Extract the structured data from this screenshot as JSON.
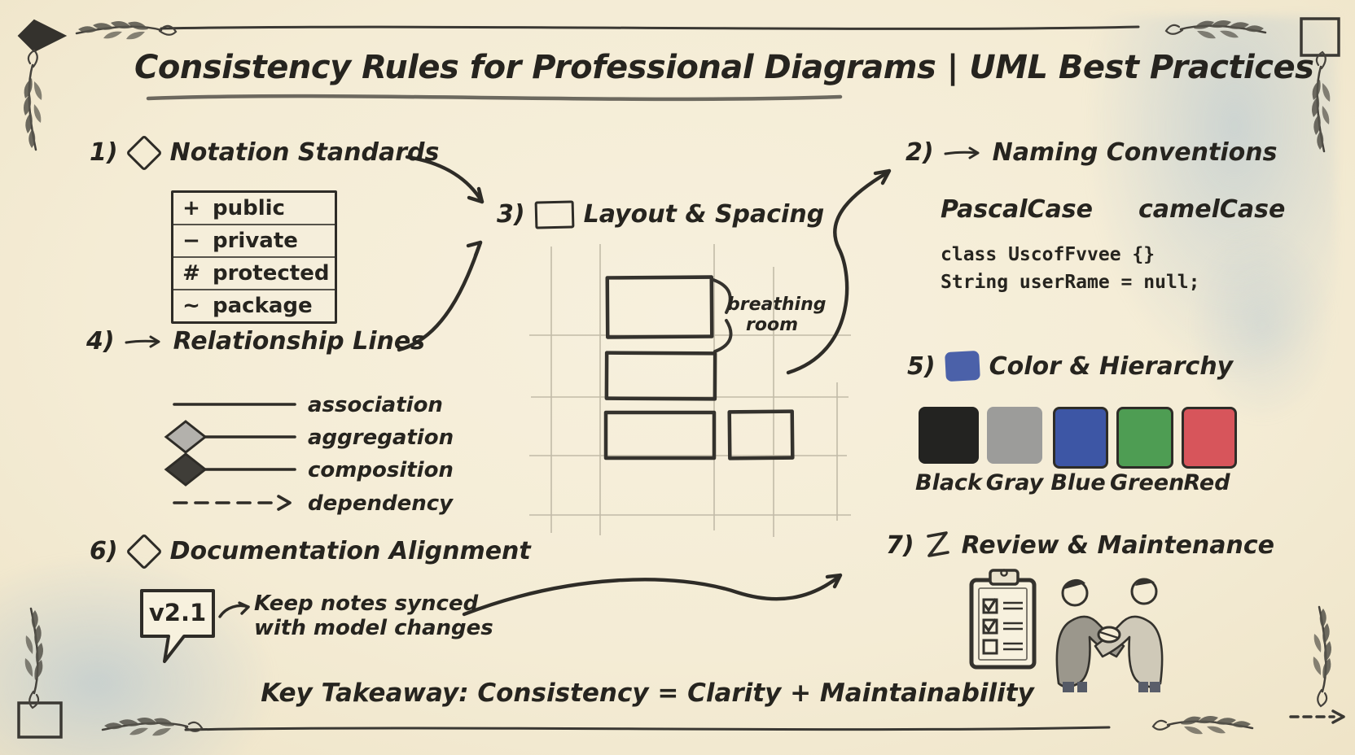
{
  "page": {
    "title": "Consistency Rules for Professional Diagrams | UML Best Practices",
    "takeaway": "Key Takeaway: Consistency = Clarity + Maintainability",
    "colors": {
      "paper": "#f4ecd5",
      "ink": "#2e2c27",
      "grid": "#b9b29f",
      "watercolor": "#aec2d0"
    }
  },
  "sections": {
    "notation": {
      "number": "1)",
      "title": "Notation Standards",
      "visibility_rows": [
        {
          "symbol": "+",
          "label": "public"
        },
        {
          "symbol": "−",
          "label": "private"
        },
        {
          "symbol": "#",
          "label": "protected"
        },
        {
          "symbol": "~",
          "label": "package"
        }
      ]
    },
    "naming": {
      "number": "2)",
      "title": "Naming Conventions",
      "case_examples": {
        "class_style": "PascalCase",
        "member_style": "camelCase"
      },
      "code_lines": [
        "class UscofFvvee {}",
        "String userRame = null;"
      ]
    },
    "layout": {
      "number": "3)",
      "title": "Layout & Spacing",
      "annotation": {
        "line1": "breathing",
        "line2": "room"
      }
    },
    "relationships": {
      "number": "4)",
      "title": "Relationship Lines",
      "legend": [
        {
          "label": "association"
        },
        {
          "label": "aggregation"
        },
        {
          "label": "composition"
        },
        {
          "label": "dependency"
        }
      ]
    },
    "color": {
      "number": "5)",
      "title": "Color & Hierarchy",
      "swatches": [
        {
          "name": "Black",
          "hex": "#232321"
        },
        {
          "name": "Gray",
          "hex": "#9c9c9a"
        },
        {
          "name": "Blue",
          "hex": "#3d56a5"
        },
        {
          "name": "Green",
          "hex": "#4e9d53"
        },
        {
          "name": "Red",
          "hex": "#d7555b"
        }
      ]
    },
    "documentation": {
      "number": "6)",
      "title": "Documentation Alignment",
      "version_label": "v2.1",
      "note": {
        "line1": "Keep notes synced",
        "line2": "with model changes"
      }
    },
    "review": {
      "number": "7)",
      "title": "Review & Maintenance"
    }
  }
}
